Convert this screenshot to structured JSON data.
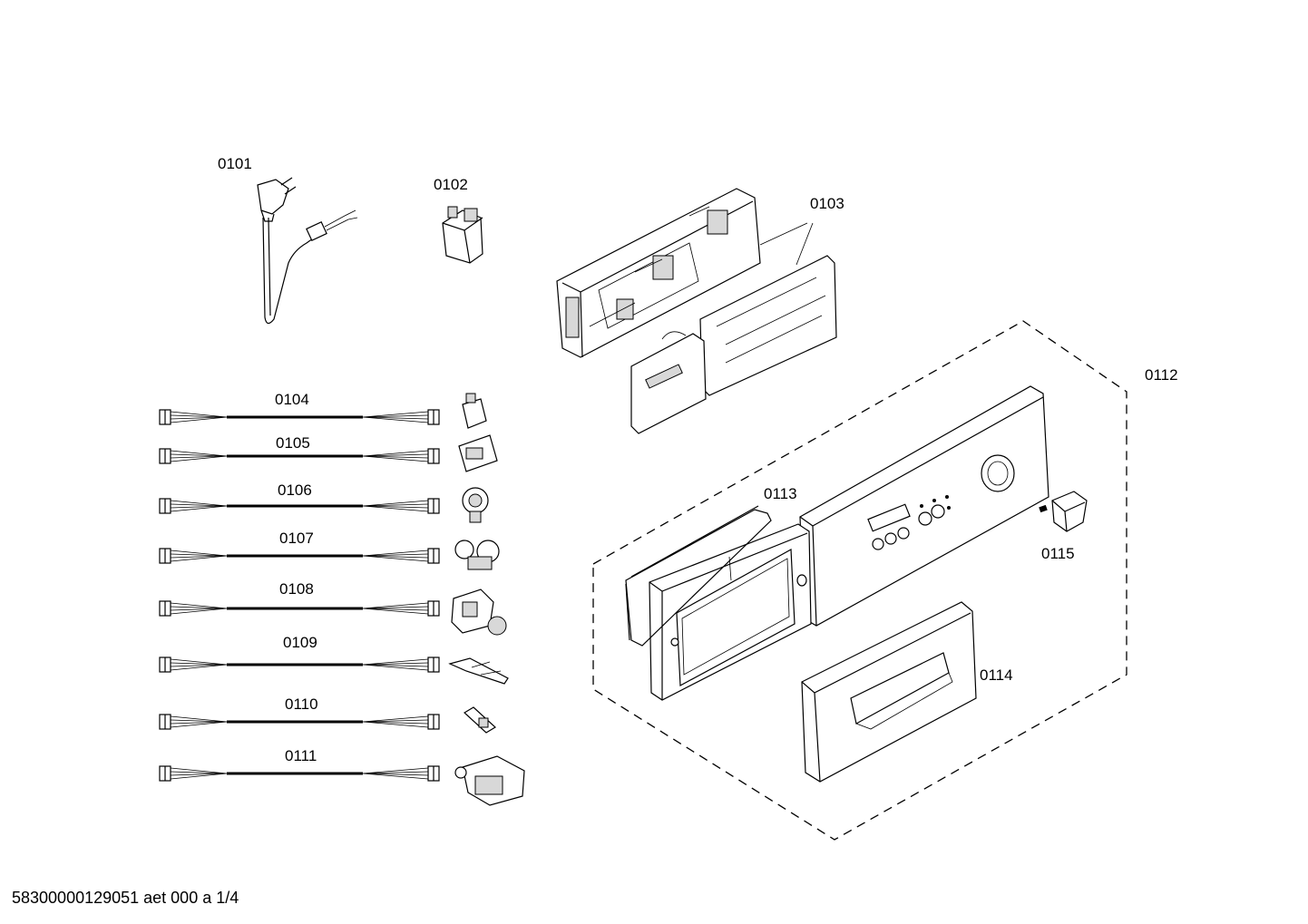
{
  "parts": {
    "p0101": "0101",
    "p0102": "0102",
    "p0103": "0103",
    "p0104": "0104",
    "p0105": "0105",
    "p0106": "0106",
    "p0107": "0107",
    "p0108": "0108",
    "p0109": "0109",
    "p0110": "0110",
    "p0111": "0111",
    "p0112": "0112",
    "p0113": "0113",
    "p0114": "0114",
    "p0115": "0115"
  },
  "footer": "58300000129051 aet 000 a 1/4"
}
